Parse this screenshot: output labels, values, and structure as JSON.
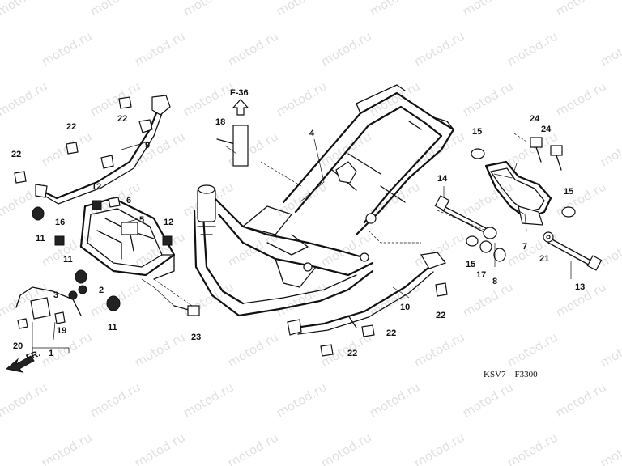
{
  "watermark": "motod.ru",
  "reference_label": "F-36",
  "front_label": "FR.",
  "diagram_code": "KSV7—F3300",
  "callouts": {
    "c1": "1",
    "c2": "2",
    "c3": "3",
    "c4": "4",
    "c5": "5",
    "c6": "6",
    "c7": "7",
    "c8": "8",
    "c9": "9",
    "c10": "10",
    "c11a": "11",
    "c11b": "11",
    "c11c": "11",
    "c12a": "12",
    "c12b": "12",
    "c13": "13",
    "c14": "14",
    "c15a": "15",
    "c15b": "15",
    "c15c": "15",
    "c16": "16",
    "c17": "17",
    "c18": "18",
    "c19": "19",
    "c20": "20",
    "c21": "21",
    "c22a": "22",
    "c22b": "22",
    "c22c": "22",
    "c22d": "22",
    "c22e": "22",
    "c22f": "22",
    "c23": "23",
    "c24a": "24",
    "c24b": "24"
  }
}
